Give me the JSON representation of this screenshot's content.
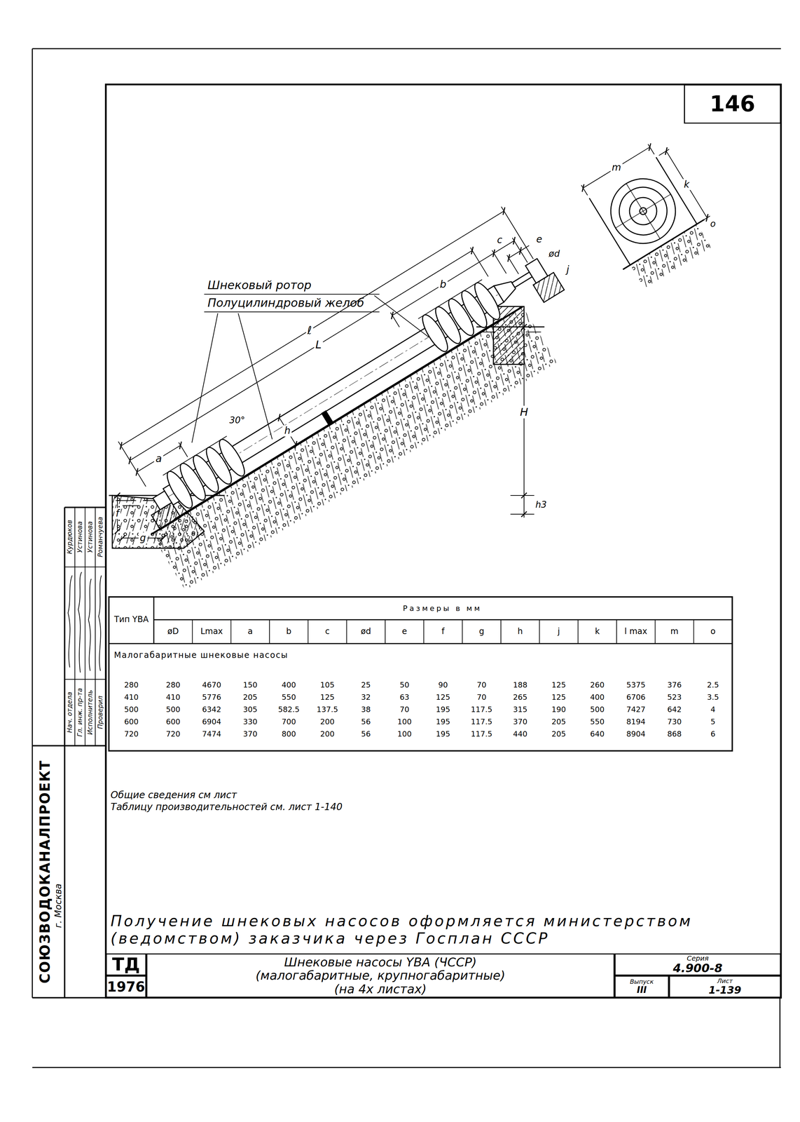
{
  "diagram": {
    "nodes": [
      {
        "text": [
          "146"
        ]
      },
      {
        "text": [
          "ТД"
        ]
      },
      {
        "text": [
          "1976"
        ]
      },
      {
        "text": [
          "Шнековые насосы YBA (ЧССР)",
          "(малогабаритные, крупногабаритные)",
          "(на 4х листах)"
        ]
      },
      {
        "text": [
          "Серия",
          "4.900-8"
        ]
      },
      {
        "text": [
          "Выпуск",
          "III"
        ]
      },
      {
        "text": [
          "Лист",
          "1-139"
        ]
      }
    ],
    "labels": [
      "Шнековый ротор",
      "Полуцилиндровый желоб",
      "ℓ",
      "L",
      "a",
      "b",
      "c",
      "e",
      "ød",
      "j",
      "H",
      "h",
      "30°",
      "h3",
      "f",
      "g",
      "m",
      "k",
      "o",
      "Тип YBA",
      "Размеры в мм",
      "øD",
      "Lmax",
      "a",
      "b",
      "c",
      "ød",
      "e",
      "f",
      "g",
      "h",
      "j",
      "k",
      "l max",
      "m",
      "o",
      "Малогабаритные шнековые насосы",
      "280",
      "280",
      "4670",
      "150",
      "400",
      "105",
      "25",
      "50",
      "90",
      "70",
      "188",
      "125",
      "260",
      "5375",
      "376",
      "2.5",
      "410",
      "410",
      "5776",
      "205",
      "550",
      "125",
      "32",
      "63",
      "125",
      "70",
      "265",
      "125",
      "400",
      "6706",
      "523",
      "3.5",
      "500",
      "500",
      "6342",
      "305",
      "582.5",
      "137.5",
      "38",
      "70",
      "195",
      "117.5",
      "315",
      "190",
      "500",
      "7427",
      "642",
      "4",
      "600",
      "600",
      "6904",
      "330",
      "700",
      "200",
      "56",
      "100",
      "195",
      "117.5",
      "370",
      "205",
      "550",
      "8194",
      "730",
      "5",
      "720",
      "720",
      "7474",
      "370",
      "800",
      "200",
      "56",
      "100",
      "195",
      "117.5",
      "440",
      "205",
      "640",
      "8904",
      "868",
      "6",
      "Общие сведения см лист",
      "Таблицу производительностей см. лист 1-140",
      "Получение шнековых насосов оформляется министерством (ведомством) заказчика через Госплан СССР",
      "СОЮЗВОДОКАНАЛПРОЕКТ",
      "г. Москва",
      "Нач. отдела",
      "Гл. инж. пр-та",
      "Исполнитель",
      "Проверил",
      "Курдюков",
      "Устинова",
      "Устинова",
      "Романчуева"
    ]
  }
}
